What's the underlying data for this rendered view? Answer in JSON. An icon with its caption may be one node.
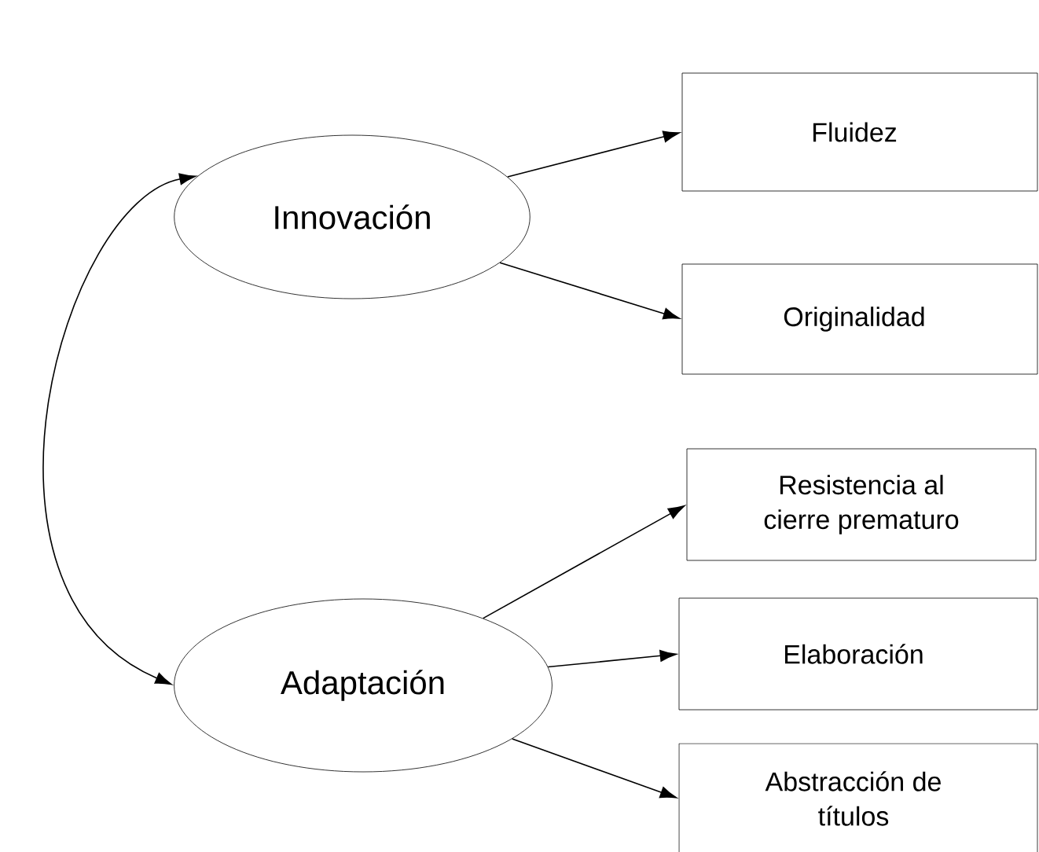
{
  "diagram": {
    "nodes": [
      {
        "text": [
          "Innovación"
        ]
      },
      {
        "text": [
          "Adaptación"
        ]
      },
      {
        "text": [
          "Fluidez"
        ]
      },
      {
        "text": [
          "Originalidad"
        ]
      },
      {
        "text": [
          "Resistencia al cierre prematuro"
        ]
      },
      {
        "text": [
          "Elaboración"
        ]
      },
      {
        "text": [
          "Abstracción de títulos"
        ]
      }
    ],
    "edges": [
      {
        "from": 0,
        "to": 1,
        "arrow": "both"
      },
      {
        "from": 0,
        "to": 2,
        "arrow": "to"
      },
      {
        "from": 0,
        "to": 3,
        "arrow": "to"
      },
      {
        "from": 1,
        "to": 4,
        "arrow": "to"
      },
      {
        "from": 1,
        "to": 5,
        "arrow": "to"
      },
      {
        "from": 1,
        "to": 6,
        "arrow": "to"
      }
    ]
  }
}
